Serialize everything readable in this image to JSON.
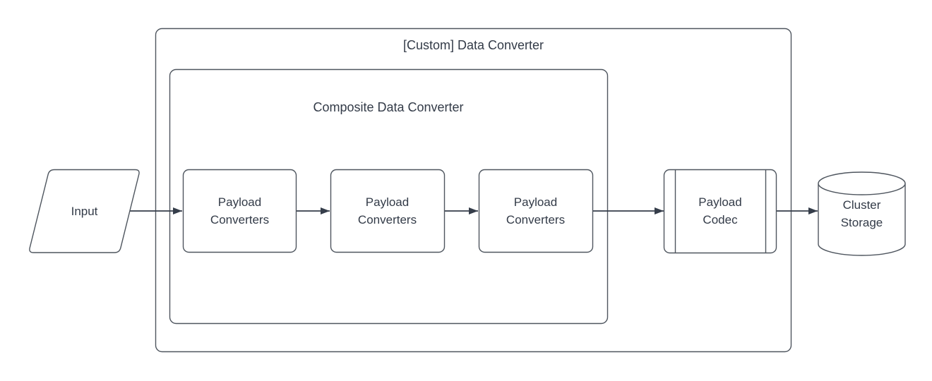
{
  "diagram": {
    "type": "flowchart",
    "title": "[Custom] Data Converter",
    "colors": {
      "background": "#ffffff",
      "shape_stroke": "#4f565f",
      "connector": "#353d4a",
      "text": "#333b48",
      "shape_fill": "#ffffff"
    },
    "nodes": {
      "input": {
        "label": "Input",
        "shape": "parallelogram"
      },
      "custom_container": {
        "label": "[Custom] Data Converter",
        "shape": "rounded-container"
      },
      "composite_container": {
        "label": "Composite Data Converter",
        "shape": "rounded-container"
      },
      "payload_converter_1": {
        "label": "Payload Converters",
        "shape": "rounded-rect"
      },
      "payload_converter_2": {
        "label": "Payload Converters",
        "shape": "rounded-rect"
      },
      "payload_converter_3": {
        "label": "Payload Converters",
        "shape": "rounded-rect"
      },
      "payload_codec": {
        "label": "Payload Codec",
        "shape": "predefined-process"
      },
      "cluster_storage": {
        "label": "Cluster Storage",
        "shape": "cylinder"
      }
    },
    "edges": [
      {
        "from": "input",
        "to": "payload_converter_1",
        "style": "arrow"
      },
      {
        "from": "payload_converter_1",
        "to": "payload_converter_2",
        "style": "arrow"
      },
      {
        "from": "payload_converter_2",
        "to": "payload_converter_3",
        "style": "arrow"
      },
      {
        "from": "payload_converter_3",
        "to": "payload_codec",
        "style": "arrow"
      },
      {
        "from": "payload_codec",
        "to": "cluster_storage",
        "style": "arrow"
      }
    ],
    "containment": {
      "custom_container_contains": [
        "composite_container",
        "payload_codec"
      ],
      "composite_container_contains": [
        "payload_converter_1",
        "payload_converter_2",
        "payload_converter_3"
      ]
    }
  }
}
